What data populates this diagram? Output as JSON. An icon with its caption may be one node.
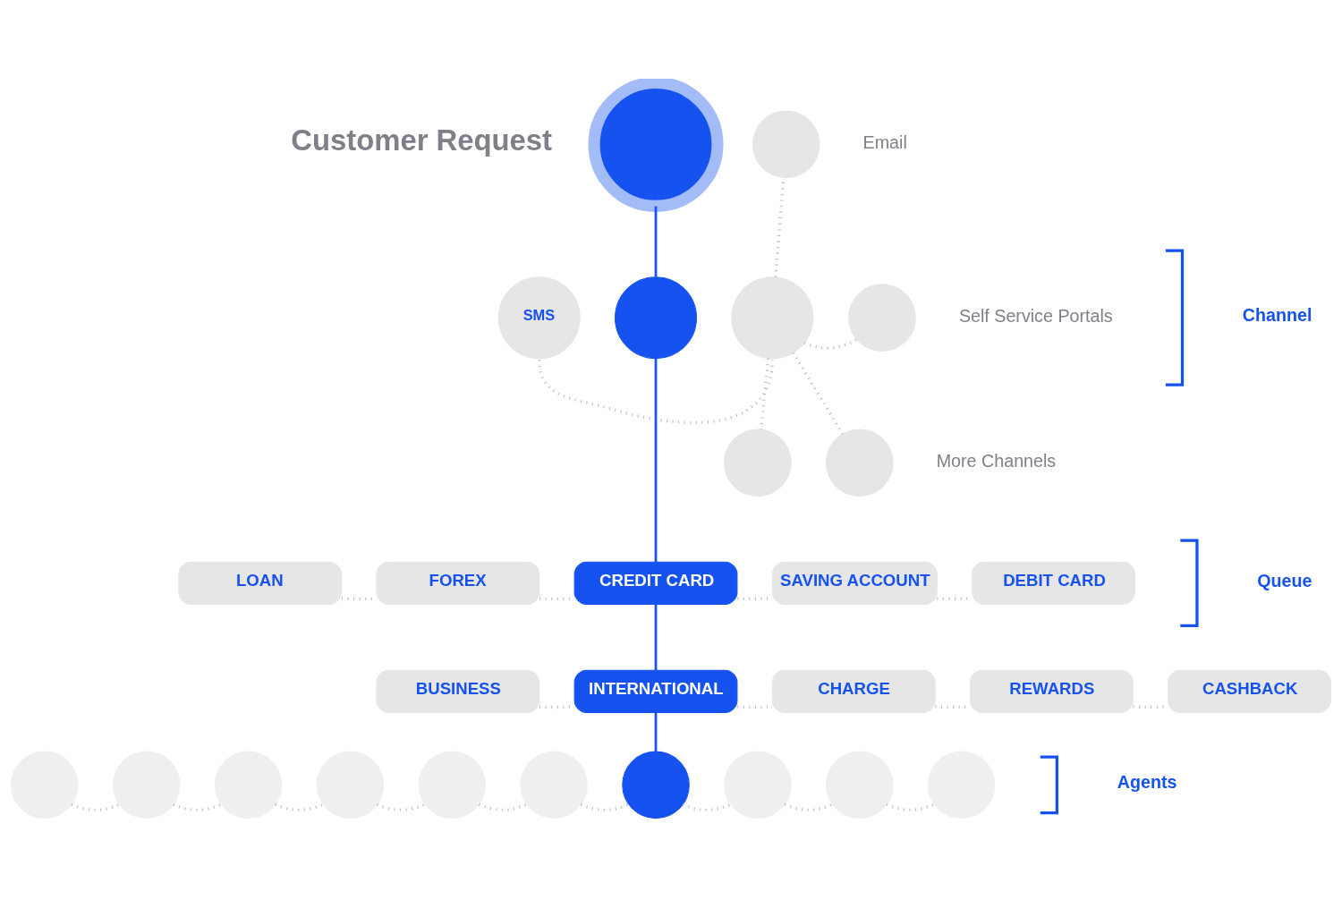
{
  "diagram": {
    "nodes": [
      {
        "text": [],
        "shape": "circle",
        "beside": [
          "Customer Request"
        ]
      },
      {
        "text": [
          "SMS"
        ]
      },
      {
        "text": [],
        "shape": "circle"
      },
      {
        "text": [],
        "shape": "circle"
      },
      {
        "text": [],
        "shape": "circle",
        "beside": [
          "Email"
        ]
      },
      {
        "text": [],
        "shape": "circle",
        "beside": [
          "Self Service Portals"
        ]
      },
      {
        "text": [],
        "shape": "circle"
      },
      {
        "text": [],
        "shape": "circle",
        "beside": [
          "More Channels"
        ]
      },
      {
        "text": [
          "LOAN"
        ]
      },
      {
        "text": [
          "FOREX"
        ]
      },
      {
        "text": [
          "CREDIT CARD"
        ]
      },
      {
        "text": [
          "SAVING ACCOUNT"
        ]
      },
      {
        "text": [
          "DEBIT CARD"
        ]
      },
      {
        "text": [
          "BUSINESS"
        ]
      },
      {
        "text": [
          "INTERNATIONAL"
        ]
      },
      {
        "text": [
          "CHARGE"
        ]
      },
      {
        "text": [
          "REWARDS"
        ]
      },
      {
        "text": [
          "CASHBACK"
        ]
      },
      {
        "text": [],
        "shape": "circle"
      },
      {
        "text": [],
        "shape": "circle"
      },
      {
        "text": [],
        "shape": "circle"
      },
      {
        "text": [],
        "shape": "circle"
      },
      {
        "text": [],
        "shape": "circle"
      },
      {
        "text": [],
        "shape": "circle"
      },
      {
        "text": [],
        "shape": "circle"
      },
      {
        "text": [],
        "shape": "circle"
      },
      {
        "text": [],
        "shape": "circle"
      },
      {
        "text": [],
        "shape": "circle"
      }
    ],
    "edges": [
      {
        "from": 0,
        "to": 2,
        "arrow": "none",
        "color": "#1652f0"
      },
      {
        "from": 1,
        "to": 3,
        "arrow": "none",
        "style": "dashed"
      },
      {
        "from": 3,
        "to": 4,
        "arrow": "none",
        "style": "dashed"
      },
      {
        "from": 3,
        "to": 5,
        "arrow": "none",
        "style": "dashed"
      },
      {
        "from": 3,
        "to": 6,
        "arrow": "none",
        "style": "dashed"
      },
      {
        "from": 3,
        "to": 7,
        "arrow": "none",
        "style": "dashed"
      },
      {
        "from": 2,
        "to": 10,
        "arrow": "none",
        "color": "#1652f0"
      },
      {
        "from": 8,
        "to": 9,
        "arrow": "none",
        "style": "dashed"
      },
      {
        "from": 9,
        "to": 10,
        "arrow": "none",
        "style": "dashed"
      },
      {
        "from": 10,
        "to": 11,
        "arrow": "none",
        "style": "dashed"
      },
      {
        "from": 11,
        "to": 12,
        "arrow": "none",
        "style": "dashed"
      },
      {
        "from": 10,
        "to": 14,
        "arrow": "none",
        "color": "#1652f0"
      },
      {
        "from": 13,
        "to": 14,
        "arrow": "none",
        "style": "dashed"
      },
      {
        "from": 14,
        "to": 15,
        "arrow": "none",
        "style": "dashed"
      },
      {
        "from": 15,
        "to": 16,
        "arrow": "none",
        "style": "dashed"
      },
      {
        "from": 16,
        "to": 17,
        "arrow": "none",
        "style": "dashed"
      },
      {
        "from": 14,
        "to": 24,
        "arrow": "none",
        "color": "#1652f0"
      },
      {
        "from": 18,
        "to": 19,
        "arrow": "none",
        "style": "dashed"
      },
      {
        "from": 19,
        "to": 20,
        "arrow": "none",
        "style": "dashed"
      },
      {
        "from": 20,
        "to": 21,
        "arrow": "none",
        "style": "dashed"
      },
      {
        "from": 21,
        "to": 22,
        "arrow": "none",
        "style": "dashed"
      },
      {
        "from": 22,
        "to": 23,
        "arrow": "none",
        "style": "dashed"
      },
      {
        "from": 23,
        "to": 24,
        "arrow": "none",
        "style": "dashed"
      },
      {
        "from": 24,
        "to": 25,
        "arrow": "none",
        "style": "dashed"
      },
      {
        "from": 25,
        "to": 26,
        "arrow": "none",
        "style": "dashed"
      },
      {
        "from": 26,
        "to": 27,
        "arrow": "none",
        "style": "dashed"
      }
    ],
    "labels": [
      "Channel",
      "Queue",
      "Agents"
    ]
  }
}
